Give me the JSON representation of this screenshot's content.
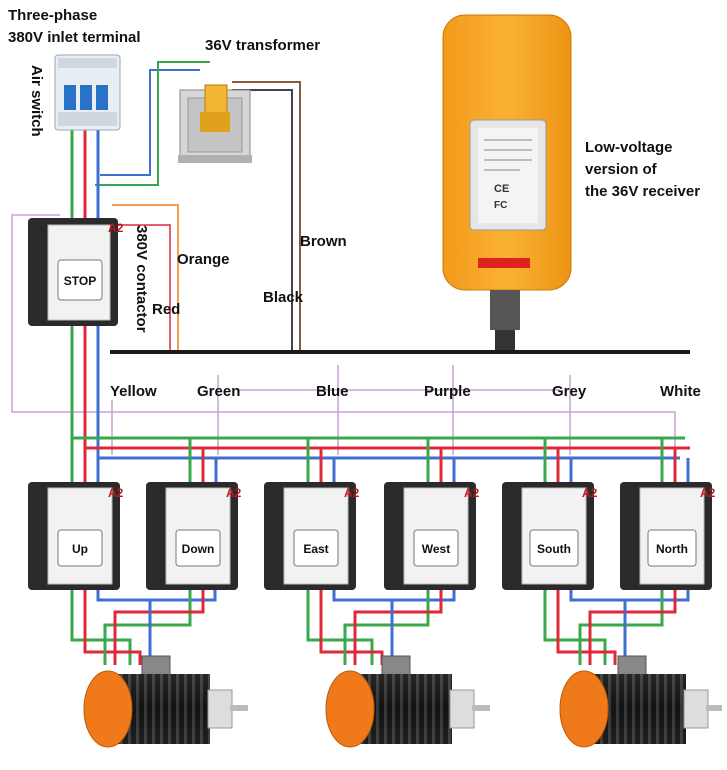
{
  "labels": {
    "inlet_line1": "Three-phase",
    "inlet_line2": "380V inlet terminal",
    "air_switch": "Air switch",
    "transformer": "36V transformer",
    "receiver_line1": "Low-voltage",
    "receiver_line2": "version of",
    "receiver_line3": "the 36V receiver",
    "contactor_380v": "380V contactor",
    "orange": "Orange",
    "red": "Red",
    "brown": "Brown",
    "black": "Black",
    "yellow": "Yellow",
    "green": "Green",
    "blue": "Blue",
    "purple": "Purple",
    "grey": "Grey",
    "white": "White",
    "a2": "A2",
    "receiver_fc": "FC",
    "receiver_ce": "CE"
  },
  "contactors": {
    "stop": "STOP",
    "up": "Up",
    "down": "Down",
    "east": "East",
    "west": "West",
    "south": "South",
    "north": "North"
  },
  "colors": {
    "wire_red": "#e0283a",
    "wire_green": "#3aa84a",
    "wire_blue": "#3f6fd0",
    "wire_orange": "#f0a050",
    "wire_brown": "#8a5a3a",
    "wire_black": "#444444",
    "wire_purple": "#c9a0d6",
    "bus_black": "#1a1a1a",
    "receiver_body": "#f7a623",
    "motor_orange": "#f07a1a"
  }
}
